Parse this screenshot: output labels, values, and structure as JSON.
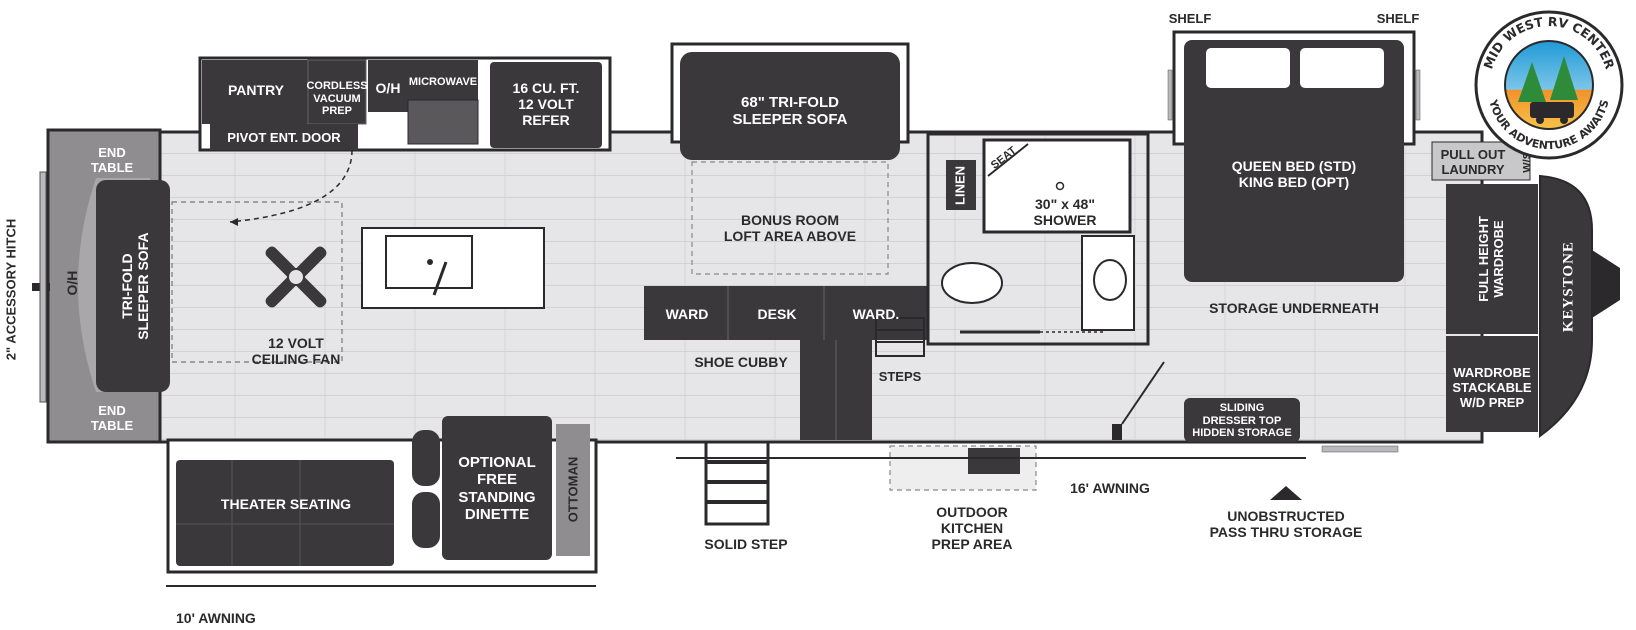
{
  "labels": {
    "shelf_left": "SHELF",
    "shelf_right": "SHELF",
    "pantry": "PANTRY",
    "cordless_vacuum": "CORDLESS\nVACUUM\nPREP",
    "oh_top": "O/H",
    "microwave": "MICROWAVE",
    "refer": "16 CU. FT.\n12 VOLT\nREFER",
    "pivot_door": "PIVOT ENT. DOOR",
    "end_table_top": "END\nTABLE",
    "end_table_bottom": "END\nTABLE",
    "oh_left": "O/H",
    "trifold_front": "TRI-FOLD\nSLEEPER SOFA",
    "accessory_hitch": "2\" ACCESSORY HITCH",
    "ceiling_fan": "12 VOLT\nCEILING FAN",
    "sleeper_sofa_68": "68\" TRI-FOLD\nSLEEPER SOFA",
    "bonus_room": "BONUS ROOM\nLOFT AREA ABOVE",
    "ward_left": "WARD",
    "desk": "DESK",
    "ward_right": "WARD.",
    "shoe_cubby": "SHOE CUBBY",
    "steps": "STEPS",
    "linen": "LINEN",
    "seat": "SEAT",
    "shower": "30\" x 48\"\nSHOWER",
    "queen_bed": "QUEEN BED (STD)\nKING BED (OPT)",
    "storage_underneath": "STORAGE UNDERNEATH",
    "pull_out_laundry": "PULL OUT\nLAUNDRY",
    "ws": "W/S",
    "full_wardrobe": "FULL HEIGHT\nWARDROBE",
    "wardrobe_stackable": "WARDROBE\nSTACKABLE\nW/D PREP",
    "keystone": "KEYSTONE",
    "sliding_dresser": "SLIDING\nDRESSER TOP\nHIDDEN STORAGE",
    "theater_seating": "THEATER SEATING",
    "dinette": "OPTIONAL\nFREE\nSTANDING\nDINETTE",
    "ottoman": "OTTOMAN",
    "solid_step": "SOLID STEP",
    "outdoor_kitchen": "OUTDOOR\nKITCHEN\nPREP AREA",
    "awning_16": "16' AWNING",
    "pass_thru": "UNOBSTRUCTED\nPASS THRU STORAGE",
    "awning_10": "10' AWNING"
  },
  "logo": {
    "top_text": "MID WEST RV CENTER",
    "bottom_text": "YOUR ADVENTURE AWAITS"
  },
  "colors": {
    "dark": "#3a383b",
    "floor": "#e4e3e5",
    "wall": "#2b292c",
    "gray": "#8f8d90",
    "logo_blue": "#1f9ad6",
    "logo_orange": "#f2922a",
    "logo_green": "#2d8b3a"
  }
}
